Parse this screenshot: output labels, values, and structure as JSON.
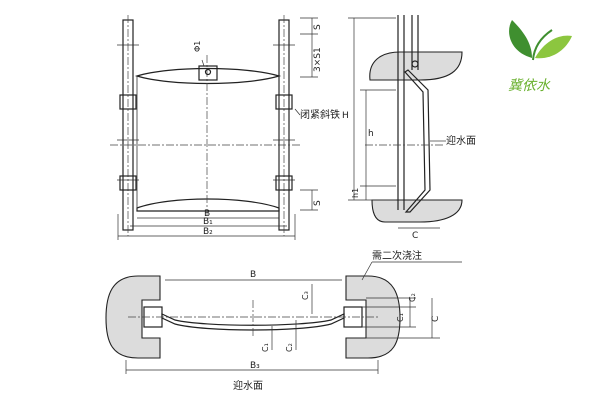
{
  "logo": {
    "text": "冀依水",
    "color_green": "#8cc63f",
    "color_dark_green": "#3f8f2f",
    "color_text": "#6ab12f"
  },
  "front_view": {
    "label_phi1": "Φ1",
    "label_s_top": "S",
    "label_3xs1": "3×S1",
    "label_closing_wedge": "闭紧斜铁",
    "label_s_bottom": "S",
    "label_b": "B",
    "label_b1": "B₁",
    "label_b2": "B₂"
  },
  "side_view": {
    "label_h_total": "H",
    "label_h": "h",
    "label_h1": "h1",
    "label_c": "C",
    "label_upstream": "迎水面"
  },
  "plan_view": {
    "label_b": "B",
    "label_secondary_grout": "需二次浇注",
    "label_c3": "C₃",
    "label_c1_right": "C₁",
    "label_c2_right": "C₂",
    "label_c": "C",
    "label_c1_bottom": "C₁",
    "label_c2_bottom": "C₂",
    "label_b3": "B₃",
    "label_upstream": "迎水面"
  }
}
